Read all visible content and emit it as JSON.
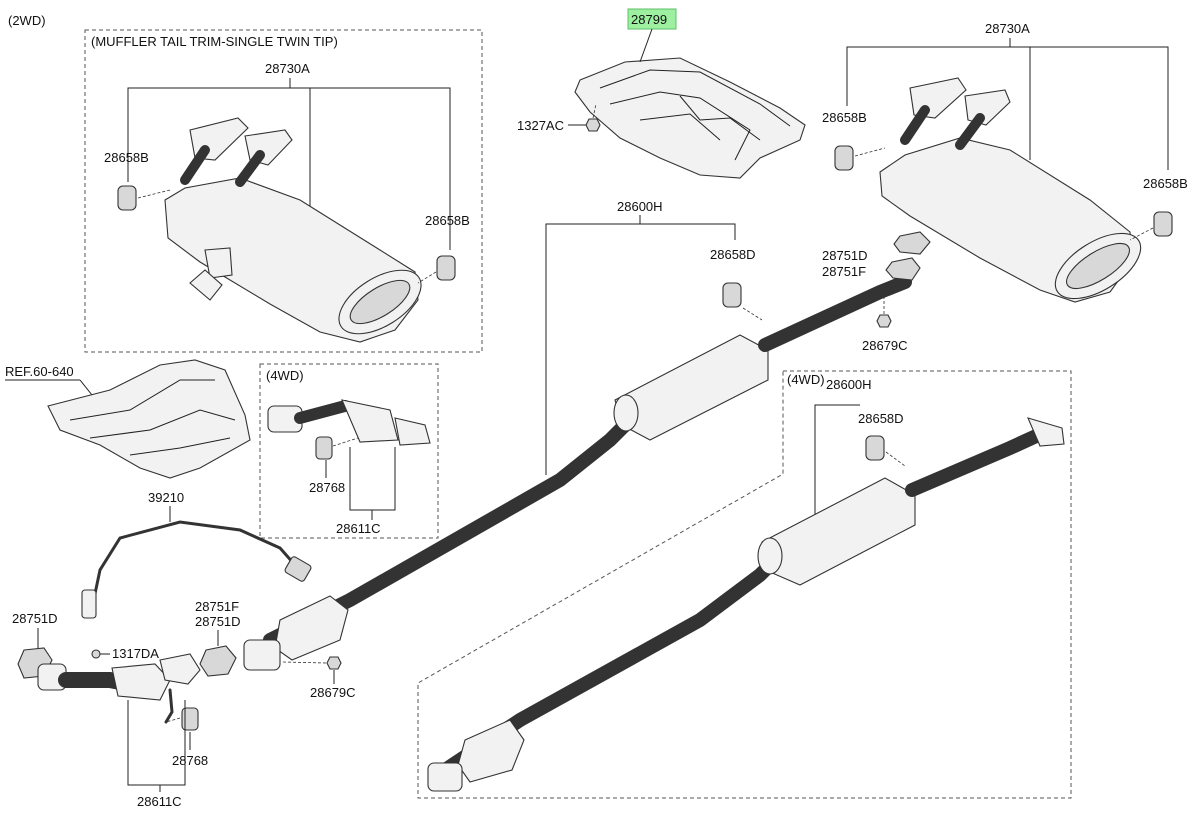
{
  "section_labels": {
    "two_wd": "(2WD)",
    "muffler_tail_trim": "(MUFFLER TAIL TRIM-SINGLE TWIN TIP)",
    "four_wd_small": "(4WD)",
    "four_wd_large": "(4WD)"
  },
  "part_labels": {
    "heat_protector": "28799",
    "nut_1327ac": "1327AC",
    "muffler_assy_left": "28730A",
    "hanger_left_a": "28658B",
    "hanger_left_b": "28658B",
    "muffler_assy_right": "28730A",
    "hanger_right_a": "28658B",
    "hanger_right_b": "28658B",
    "center_muffler": "28600H",
    "hanger_center": "28658D",
    "gasket_right_d": "28751D",
    "gasket_right_f": "28751F",
    "nut_right": "28679C",
    "ref_60_640": "REF.60-640",
    "hanger_4wd_small": "28768",
    "front_pipe_4wd_small": "28611C",
    "oxygen_sensor": "39210",
    "gasket_left_d": "28751D",
    "bolt_1317da": "1317DA",
    "gasket_mid_f": "28751F",
    "gasket_mid_d": "28751D",
    "nut_mid": "28679C",
    "hanger_front": "28768",
    "front_pipe": "28611C",
    "center_muffler_4wd": "28600H",
    "hanger_4wd": "28658D"
  },
  "colors": {
    "highlight": "#9cf0a0",
    "line": "#333333",
    "part_fill": "#f2f2f2"
  }
}
